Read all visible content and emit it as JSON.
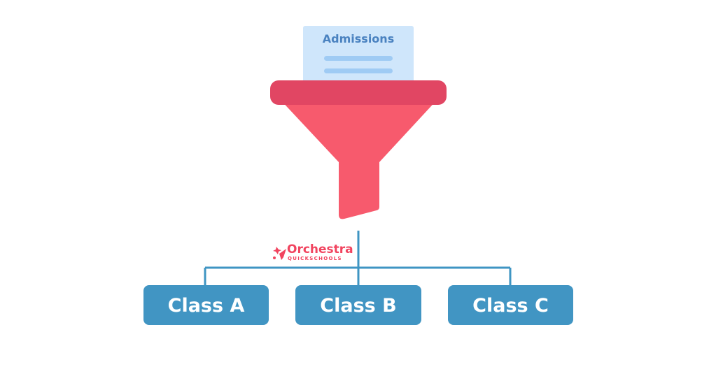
{
  "funnel": {
    "document_title": "Admissions"
  },
  "logo": {
    "name": "Orchestra",
    "subtitle": "QUICKSCHOOLS"
  },
  "classes": [
    {
      "label": "Class A"
    },
    {
      "label": "Class B"
    },
    {
      "label": "Class C"
    }
  ],
  "colors": {
    "funnel_body": "#f75a6d",
    "funnel_rim": "#e14663",
    "document": "#cfe6fb",
    "document_lines": "#9fcbf4",
    "document_title": "#4a82c0",
    "connector": "#3f95c3",
    "class_box": "#4195c3",
    "logo": "#f1445f"
  }
}
